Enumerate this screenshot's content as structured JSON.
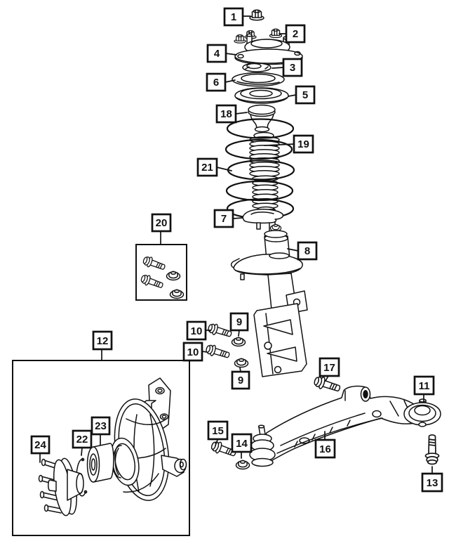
{
  "colors": {
    "ink": "#111111",
    "paper": "#ffffff"
  },
  "callouts": [
    {
      "label": "1"
    },
    {
      "label": "2"
    },
    {
      "label": "4"
    },
    {
      "label": "3"
    },
    {
      "label": "6"
    },
    {
      "label": "5"
    },
    {
      "label": "18"
    },
    {
      "label": "19"
    },
    {
      "label": "21"
    },
    {
      "label": "7"
    },
    {
      "label": "8"
    },
    {
      "label": "20"
    },
    {
      "label": "9"
    },
    {
      "label": "10"
    },
    {
      "label": "10"
    },
    {
      "label": "9"
    },
    {
      "label": "12"
    },
    {
      "label": "23"
    },
    {
      "label": "22"
    },
    {
      "label": "24"
    },
    {
      "label": "17"
    },
    {
      "label": "11"
    },
    {
      "label": "16"
    },
    {
      "label": "15"
    },
    {
      "label": "14"
    },
    {
      "label": "13"
    }
  ]
}
